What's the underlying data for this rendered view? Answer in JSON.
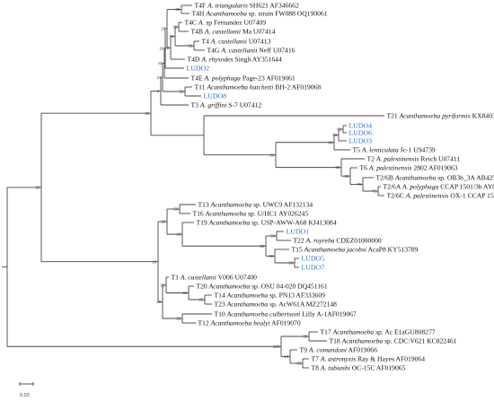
{
  "tree": {
    "taxa": [
      {
        "id": "t4f",
        "pre": "T4F ",
        "it": "A. triangularis",
        "post": " SH621 AF346662"
      },
      {
        "id": "t4h",
        "pre": "T4H ",
        "it": "Acanthamoeba",
        "post": " sp. strain FW088 OQ190061"
      },
      {
        "id": "t4c",
        "pre": "T4C ",
        "it": "A.",
        "post": " sp Fernandez U07409"
      },
      {
        "id": "t4b",
        "pre": "T4B ",
        "it": "A. castellanii",
        "post": " Ma U07414"
      },
      {
        "id": "t4",
        "pre": "T4 ",
        "it": "A. castellanii",
        "post": " U07413"
      },
      {
        "id": "t4g",
        "pre": "T4G ",
        "it": "A. castellanii",
        "post": " Neff U07416"
      },
      {
        "id": "t4d",
        "pre": "T4D ",
        "it": "A. rhysodes",
        "post": " Singh AY351644"
      },
      {
        "id": "ludo2",
        "pre": "LUDO2",
        "it": "",
        "post": "",
        "hl": true
      },
      {
        "id": "t4e",
        "pre": "T4E ",
        "it": "A. polyphaga",
        "post": " Page-23 AF019061"
      },
      {
        "id": "t11",
        "pre": "T11 ",
        "it": "Acanthamoeba hatchetti",
        "post": " BH-2 AF019068"
      },
      {
        "id": "ludo8",
        "pre": "LUDO8",
        "it": "",
        "post": "",
        "hl": true
      },
      {
        "id": "t3",
        "pre": "T3 ",
        "it": "A. griffini",
        "post": " S-7 U07412"
      },
      {
        "id": "t21",
        "pre": "T21 ",
        "it": "Acanthamoeba pyriformis",
        "post": " KX840327"
      },
      {
        "id": "ludo4",
        "pre": "LUDO4",
        "it": "",
        "post": "",
        "hl": true
      },
      {
        "id": "ludo6",
        "pre": "LUDO6",
        "it": "",
        "post": "",
        "hl": true
      },
      {
        "id": "ludo3",
        "pre": "LUDO3",
        "it": "",
        "post": "",
        "hl": true
      },
      {
        "id": "t5",
        "pre": "T5 ",
        "it": "A. lenticulata",
        "post": " Jc-1 U94739"
      },
      {
        "id": "t2",
        "pre": "T2 ",
        "it": "A. palestinensis",
        "post": " Reich U07411"
      },
      {
        "id": "t6",
        "pre": "T6 ",
        "it": "A. palestinensis",
        "post": " 2802 AF019063"
      },
      {
        "id": "t26b",
        "pre": "T2/6B ",
        "it": "Acanthamoeba",
        "post": " sp. OB3b_3A AB425945"
      },
      {
        "id": "t26a",
        "pre": "T2/6A ",
        "it": "A. polyphaga",
        "post": " CCAP 1501/3b AY026244"
      },
      {
        "id": "t26c",
        "pre": "T2/6C ",
        "it": "A. palestinensis",
        "post": " OX-1 CCAP 1501/3c AF019051"
      },
      {
        "id": "t13",
        "pre": "T13 ",
        "it": "Acanthamoeba",
        "post": " sp. UWC9 AF132134"
      },
      {
        "id": "t16",
        "pre": "T16 ",
        "it": "Acanthamoeba",
        "post": " sp. U/HC1 AY026245"
      },
      {
        "id": "t19",
        "pre": "T19 ",
        "it": "Acanthamoeba",
        "post": " sp. USP-AWW-A68 KJ413084"
      },
      {
        "id": "ludo1",
        "pre": "LUDO1",
        "it": "",
        "post": "",
        "hl": true
      },
      {
        "id": "t22",
        "pre": "T22 ",
        "it": "A. royreba",
        "post": " CDEZ01000000"
      },
      {
        "id": "t15",
        "pre": "T15 ",
        "it": "Acanthamoeba jacobsi",
        "post": " AcaP8 KY513789"
      },
      {
        "id": "ludo5",
        "pre": "LUDO5",
        "it": "",
        "post": "",
        "hl": true
      },
      {
        "id": "ludo7",
        "pre": "LUDO7",
        "it": "",
        "post": "",
        "hl": true
      },
      {
        "id": "t1",
        "pre": "T1 ",
        "it": "A. castellanii",
        "post": " V006 U07400"
      },
      {
        "id": "t20",
        "pre": "T20 ",
        "it": "Acanthamoeba",
        "post": " sp. OSU 04-020 DQ451161"
      },
      {
        "id": "t14",
        "pre": "T14 ",
        "it": "Acanthamoeba",
        "post": " sp. PN13 AF333609"
      },
      {
        "id": "t23",
        "pre": "T23 ",
        "it": "Acanthamoeba",
        "post": " sp. AcW61A MZ272148"
      },
      {
        "id": "t10",
        "pre": "T10 ",
        "it": "Acanthamoeba culbertsoni",
        "post": " Lilly A-1AF019067"
      },
      {
        "id": "t12",
        "pre": "T12 ",
        "it": "Acanthamoeba healyi",
        "post": " AF019070"
      },
      {
        "id": "t17",
        "pre": "T17 ",
        "it": "Acanthamoeba",
        "post": " sp. Ac E1aGU808277"
      },
      {
        "id": "t18",
        "pre": "T18 ",
        "it": "Acanthamoeba",
        "post": " sp. CDC:V621 KC822461"
      },
      {
        "id": "t9",
        "pre": "T9 ",
        "it": "A. comandoni",
        "post": " AF019066"
      },
      {
        "id": "t7",
        "pre": "T7 ",
        "it": "A. astronyxis",
        "post": " Ray & Hayes AF019064"
      },
      {
        "id": "t8",
        "pre": "T8 ",
        "it": "A. tubiashi",
        "post": " OC-15C AF019065"
      }
    ],
    "nodes": [
      {
        "id": "n_t4fh",
        "children": [
          "t4f",
          "t4h"
        ],
        "bootstrap": "35"
      },
      {
        "id": "n_t4cb",
        "children": [
          "t4c",
          "t4b"
        ],
        "bootstrap": "36"
      },
      {
        "id": "n_t4g4",
        "children": [
          "t4",
          "t4g"
        ],
        "bootstrap": "31"
      },
      {
        "id": "n_t4a",
        "children": [
          "n_t4cb",
          "n_t4g4"
        ],
        "bootstrap": "26"
      },
      {
        "id": "n_t4b2",
        "children": [
          "n_t4a",
          "t4d"
        ],
        "bootstrap": "22"
      },
      {
        "id": "n_t4c2",
        "children": [
          "n_t4fh",
          "n_t4b2"
        ],
        "bootstrap": "28"
      },
      {
        "id": "n_t4d2",
        "children": [
          "n_t4c2",
          "ludo2"
        ],
        "bootstrap": "19"
      },
      {
        "id": "n_t4e2",
        "children": [
          "n_t4d2",
          "t4e"
        ],
        "bootstrap": "55"
      },
      {
        "id": "n_t11",
        "children": [
          "t11",
          "ludo8"
        ],
        "bootstrap": "95"
      },
      {
        "id": "n_t4f2",
        "children": [
          "n_t4e2",
          "n_t11"
        ],
        "bootstrap": "23"
      },
      {
        "id": "n_t4g2",
        "children": [
          "n_t4f2",
          "t3"
        ],
        "bootstrap": "6"
      },
      {
        "id": "n_l46",
        "children": [
          "ludo4",
          "ludo6"
        ],
        "bootstrap": "61"
      },
      {
        "id": "n_l463",
        "children": [
          "n_l46",
          "ludo3"
        ],
        "bootstrap": "56"
      },
      {
        "id": "n_t5",
        "children": [
          "n_l463",
          "t5"
        ],
        "bootstrap": "98"
      },
      {
        "id": "n_t26",
        "children": [
          "t26a",
          "t26c"
        ],
        "bootstrap": "71"
      },
      {
        "id": "n_t26b",
        "children": [
          "t26b",
          "n_t26"
        ],
        "bootstrap": "75"
      },
      {
        "id": "n_t6",
        "children": [
          "t6",
          "n_t26b"
        ],
        "bootstrap": "32"
      },
      {
        "id": "n_t2",
        "children": [
          "t2",
          "n_t6"
        ],
        "bootstrap": "32"
      },
      {
        "id": "n_t25",
        "children": [
          "n_t5",
          "n_t2"
        ],
        "bootstrap": "69"
      },
      {
        "id": "n_t21",
        "children": [
          "t21",
          "n_t25"
        ],
        "bootstrap": ""
      },
      {
        "id": "n_cladeA",
        "children": [
          "n_t4g2",
          "n_t21"
        ],
        "bootstrap": "20"
      },
      {
        "id": "n_t1316",
        "children": [
          "t13",
          "t16"
        ],
        "bootstrap": "56"
      },
      {
        "id": "n_t22",
        "children": [
          "ludo1",
          "t22"
        ],
        "bootstrap": "54"
      },
      {
        "id": "n_l57",
        "children": [
          "ludo5",
          "ludo7"
        ],
        "bootstrap": "96"
      },
      {
        "id": "n_t15",
        "children": [
          "t15",
          "n_l57"
        ],
        "bootstrap": "99"
      },
      {
        "id": "n_l1",
        "children": [
          "n_t22",
          "n_t15"
        ],
        "bootstrap": "55"
      },
      {
        "id": "n_t19",
        "children": [
          "t19",
          "n_l1"
        ],
        "bootstrap": "10"
      },
      {
        "id": "n_cladeB",
        "children": [
          "n_t1316",
          "n_t19"
        ],
        "bootstrap": "28"
      },
      {
        "id": "n_t1423",
        "children": [
          "t14",
          "t23"
        ],
        "bootstrap": "65"
      },
      {
        "id": "n_t20",
        "children": [
          "t20",
          "n_t1423"
        ],
        "bootstrap": "62"
      },
      {
        "id": "n_t1",
        "children": [
          "t1",
          "n_t20"
        ],
        "bootstrap": "31"
      },
      {
        "id": "n_t1012",
        "children": [
          "t10",
          "t12"
        ],
        "bootstrap": "99"
      },
      {
        "id": "n_cladeC",
        "children": [
          "n_t1",
          "n_t1012"
        ],
        "bootstrap": "35"
      },
      {
        "id": "n_bc",
        "children": [
          "n_cladeB",
          "n_cladeC"
        ],
        "bootstrap": "19"
      },
      {
        "id": "n_abc",
        "children": [
          "n_cladeA",
          "n_bc"
        ],
        "bootstrap": "39"
      },
      {
        "id": "n_t1718",
        "children": [
          "t17",
          "t18"
        ],
        "bootstrap": "99"
      },
      {
        "id": "n_t78",
        "children": [
          "t7",
          "t8"
        ],
        "bootstrap": "99"
      },
      {
        "id": "n_t978",
        "children": [
          "t9",
          "n_t78"
        ],
        "bootstrap": "10"
      },
      {
        "id": "n_outgroup",
        "children": [
          "n_t1718",
          "n_t978"
        ],
        "bootstrap": "100"
      },
      {
        "id": "root",
        "children": [
          "n_abc",
          "n_outgroup"
        ],
        "bootstrap": ""
      }
    ],
    "scale": {
      "label": "0.02"
    }
  }
}
